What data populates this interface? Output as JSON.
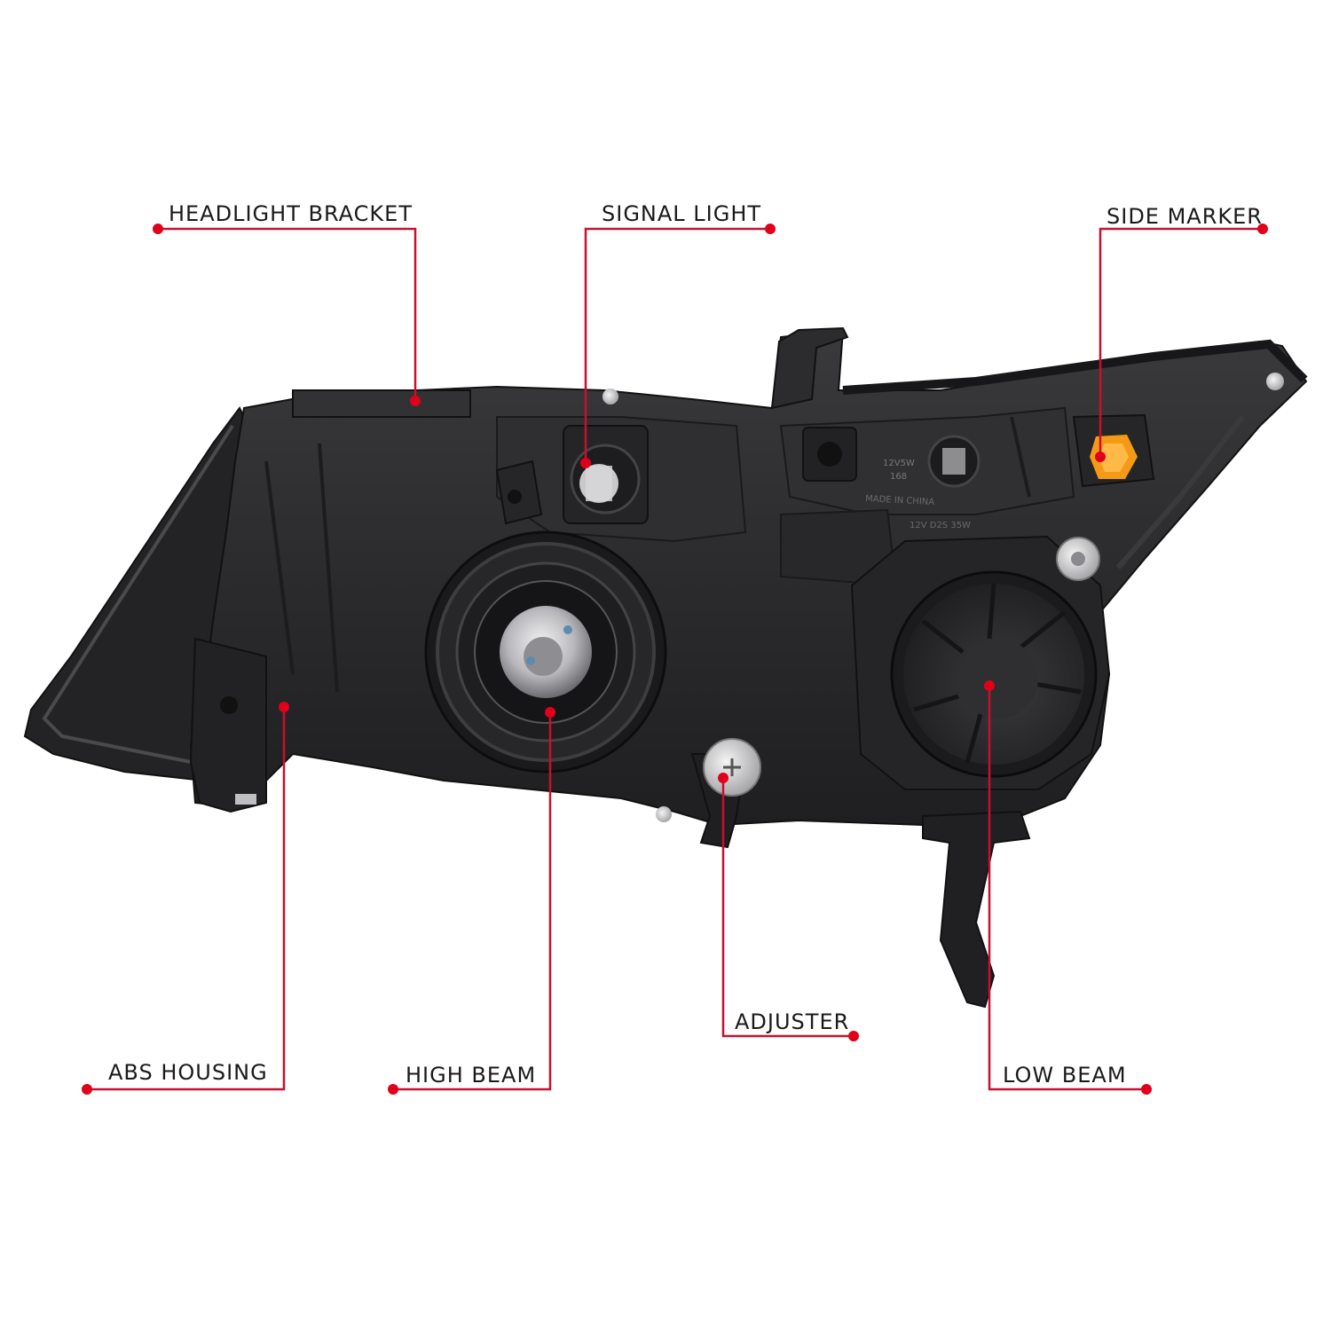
{
  "callouts": {
    "headlight_bracket": "HEADLIGHT BRACKET",
    "signal_light": "SIGNAL LIGHT",
    "side_marker": "SIDE MARKER",
    "abs_housing": "ABS HOUSING",
    "high_beam": "HIGH BEAM",
    "adjuster": "ADJUSTER",
    "low_beam": "LOW BEAM"
  },
  "housing_markings": {
    "bulb_code": "12V5W",
    "bulb_number": "168",
    "origin": "MADE IN CHINA",
    "hid_rating": "12V  D2S  35W"
  },
  "colors": {
    "callout_red": "#e0001b",
    "housing_dark": "#2a2a2c",
    "marker_amber": "#f59a17"
  }
}
